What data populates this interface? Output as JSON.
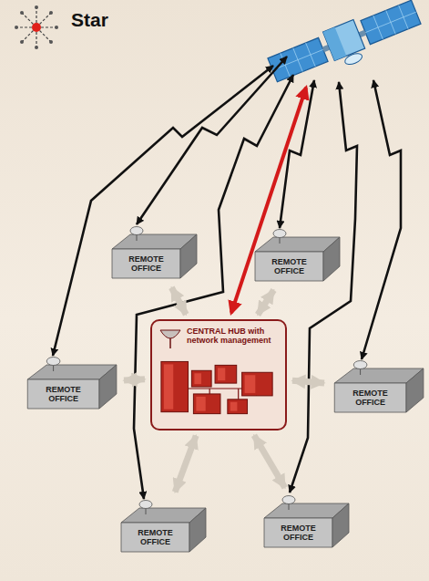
{
  "diagram": {
    "title": "Star",
    "nodes": [
      {
        "text": [
          "REMOTE OFFICE"
        ]
      },
      {
        "text": [
          "REMOTE OFFICE"
        ]
      },
      {
        "text": [
          "CENTRAL HUB with network management"
        ]
      },
      {
        "text": [
          "REMOTE OFFICE"
        ]
      },
      {
        "text": [
          "REMOTE OFFICE"
        ]
      },
      {
        "text": [
          "REMOTE OFFICE"
        ]
      },
      {
        "text": [
          "REMOTE OFFICE"
        ]
      }
    ],
    "edges": [
      {
        "from": 2,
        "to": 0,
        "arrow": "both"
      },
      {
        "from": 2,
        "to": 1,
        "arrow": "both"
      },
      {
        "from": 2,
        "to": 3,
        "arrow": "both"
      },
      {
        "from": 2,
        "to": 4,
        "arrow": "both"
      },
      {
        "from": 2,
        "to": 5,
        "arrow": "both"
      },
      {
        "from": 2,
        "to": 6,
        "arrow": "both"
      }
    ]
  }
}
